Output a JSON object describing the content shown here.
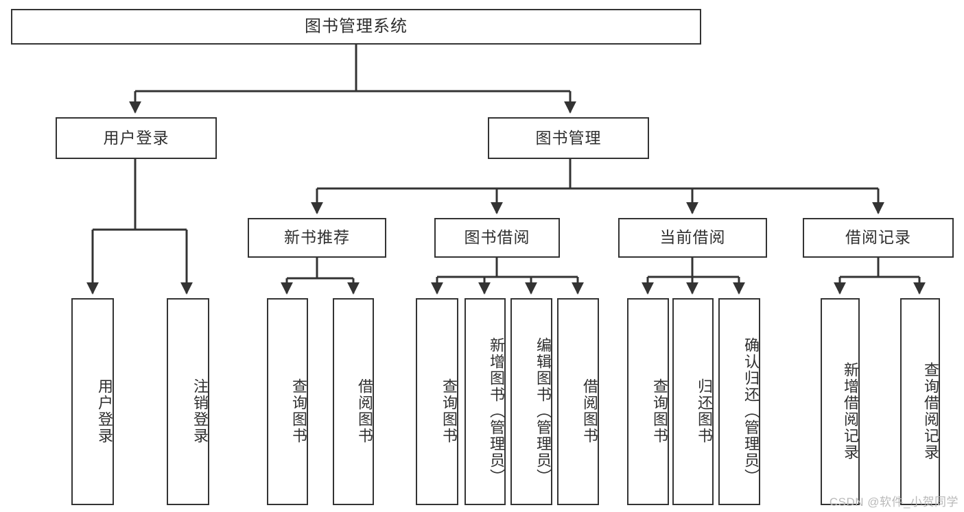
{
  "diagram": {
    "title": "图书管理系统",
    "type": "tree-structure-chart",
    "stroke_color": "#333333",
    "text_color": "#2f2f2f",
    "background_color": "#ffffff"
  },
  "root": {
    "label": "图书管理系统"
  },
  "level1": [
    {
      "label": "用户登录"
    },
    {
      "label": "图书管理"
    }
  ],
  "level2": [
    {
      "label": "新书推荐"
    },
    {
      "label": "图书借阅"
    },
    {
      "label": "当前借阅"
    },
    {
      "label": "借阅记录"
    }
  ],
  "leaves": {
    "user_login": [
      {
        "label": "用户登录"
      },
      {
        "label": "注销登录"
      }
    ],
    "new_book_recommend": [
      {
        "label": "查询图书"
      },
      {
        "label": "借阅图书"
      }
    ],
    "book_borrow": [
      {
        "label": "查询图书"
      },
      {
        "label": "新增图书（管理员）"
      },
      {
        "label": "编辑图书（管理员）"
      },
      {
        "label": "借阅图书"
      }
    ],
    "current_borrow": [
      {
        "label": "查询图书"
      },
      {
        "label": "归还图书"
      },
      {
        "label": "确认归还（管理员）"
      }
    ],
    "borrow_record": [
      {
        "label": "新增借阅记录"
      },
      {
        "label": "查询借阅记录"
      }
    ]
  },
  "watermark": {
    "text": "CSDN @软件_小贺同学"
  }
}
